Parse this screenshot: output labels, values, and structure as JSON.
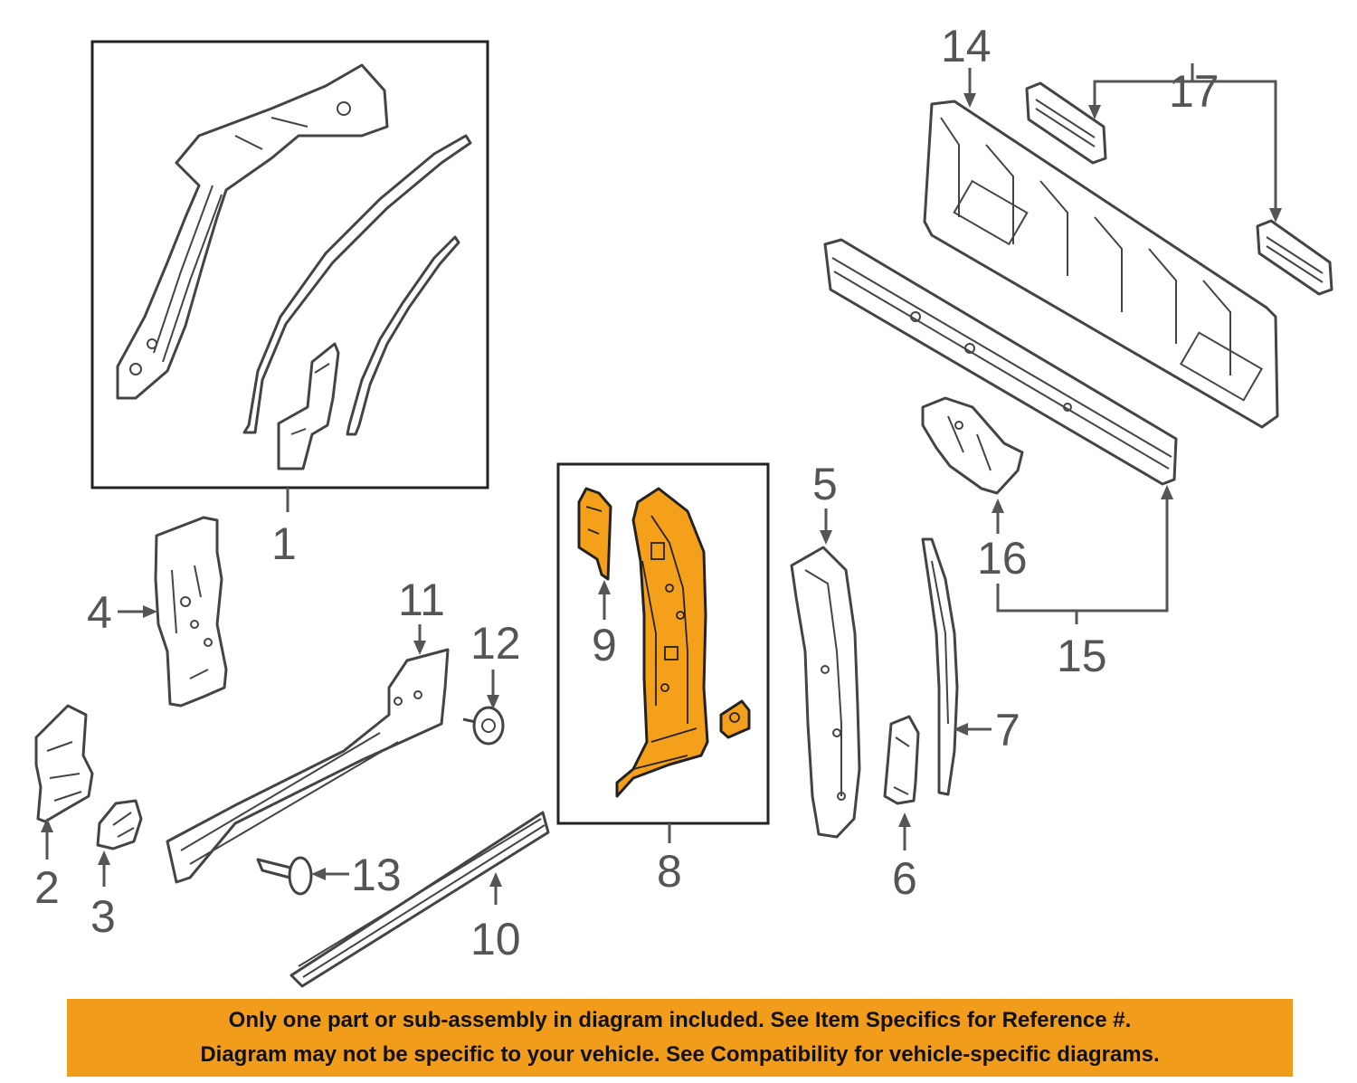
{
  "callouts": {
    "c1": "1",
    "c2": "2",
    "c3": "3",
    "c4": "4",
    "c5": "5",
    "c6": "6",
    "c7": "7",
    "c8": "8",
    "c9": "9",
    "c10": "10",
    "c11": "11",
    "c12": "12",
    "c13": "13",
    "c14": "14",
    "c15": "15",
    "c16": "16",
    "c17": "17"
  },
  "highlight_color": "#f5a01a",
  "banner": {
    "line1": "Only one part or sub-assembly in diagram included. See Item Specifics for Reference #.",
    "line2": "Diagram may not be specific to your vehicle. See Compatibility for vehicle-specific diagrams.",
    "color": "#f19d1b"
  }
}
